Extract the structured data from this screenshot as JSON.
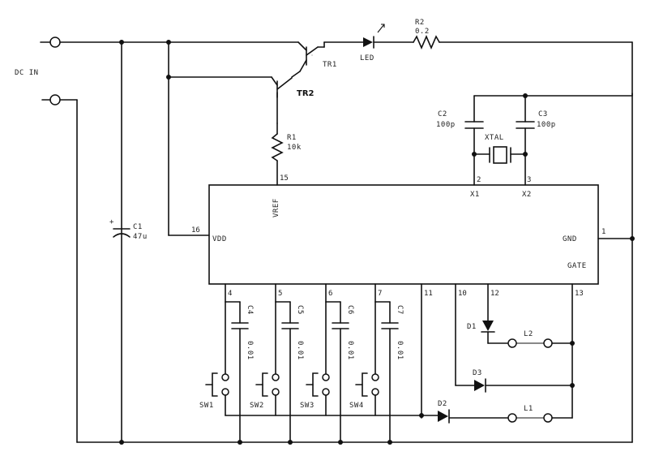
{
  "input_label": "DC IN",
  "components": {
    "tr1": "TR1",
    "tr2": "TR2",
    "led": "LED",
    "r1": {
      "name": "R1",
      "value": "10k"
    },
    "r2": {
      "name": "R2",
      "value": "0.2"
    },
    "c1": {
      "name": "C1",
      "value": "47u"
    },
    "c2": {
      "name": "C2",
      "value": "100p"
    },
    "c3": {
      "name": "C3",
      "value": "100p"
    },
    "xtal": "XTAL",
    "c4": {
      "name": "C4",
      "value": "0.01"
    },
    "c5": {
      "name": "C5",
      "value": "0.01"
    },
    "c6": {
      "name": "C6",
      "value": "0.01"
    },
    "c7": {
      "name": "C7",
      "value": "0.01"
    },
    "d1": "D1",
    "d2": "D2",
    "d3": "D3",
    "l1": "L1",
    "l2": "L2",
    "sw": [
      "SW1",
      "SW2",
      "SW3",
      "SW4"
    ]
  },
  "ic": {
    "left_label": "VDD",
    "top_left_label": "VREF",
    "top_right_label_1": "X1",
    "top_right_label_2": "X2",
    "right_label": "GND",
    "bottom_right_label": "GATE"
  },
  "pins": {
    "p15": "15",
    "p16": "16",
    "p2": "2",
    "p3": "3",
    "p1": "1",
    "p4": "4",
    "p5": "5",
    "p6": "6",
    "p7": "7",
    "p11": "11",
    "p10": "10",
    "p12": "12",
    "p13": "13"
  }
}
